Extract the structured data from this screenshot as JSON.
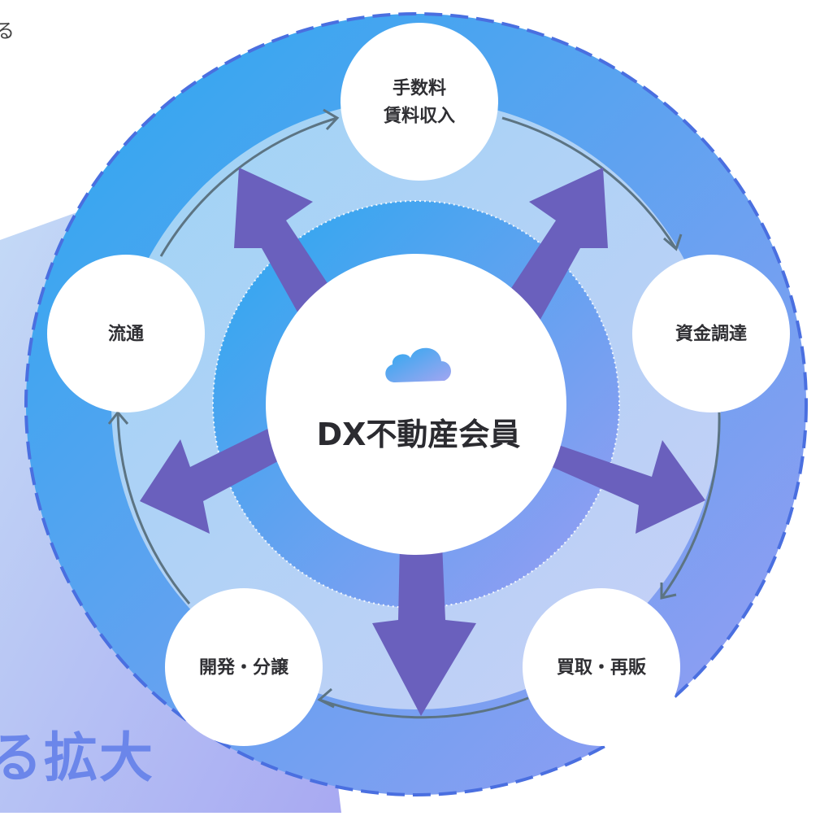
{
  "partial_text_top": "る",
  "partial_text_bottom": "る拡大",
  "center": {
    "label": "DX不動産会員",
    "icon": "cloud-icon"
  },
  "nodes": [
    {
      "id": "fees",
      "lines": [
        "手数料",
        "賃料収入"
      ]
    },
    {
      "id": "funding",
      "lines": [
        "資金調達"
      ]
    },
    {
      "id": "purchase",
      "lines": [
        "買取・再販"
      ]
    },
    {
      "id": "development",
      "lines": [
        "開発・分譲"
      ]
    },
    {
      "id": "distribution",
      "lines": [
        "流通"
      ]
    }
  ],
  "colors": {
    "outer_ring_start": "#2aa8ef",
    "outer_ring_end": "#9a9cf2",
    "inner_band_start": "#9ed4f5",
    "inner_band_end": "#c6cdf6",
    "arrow": "#6a60bd",
    "dashed_border": "#4a6fe0",
    "cycle_line": "#5c7483"
  }
}
